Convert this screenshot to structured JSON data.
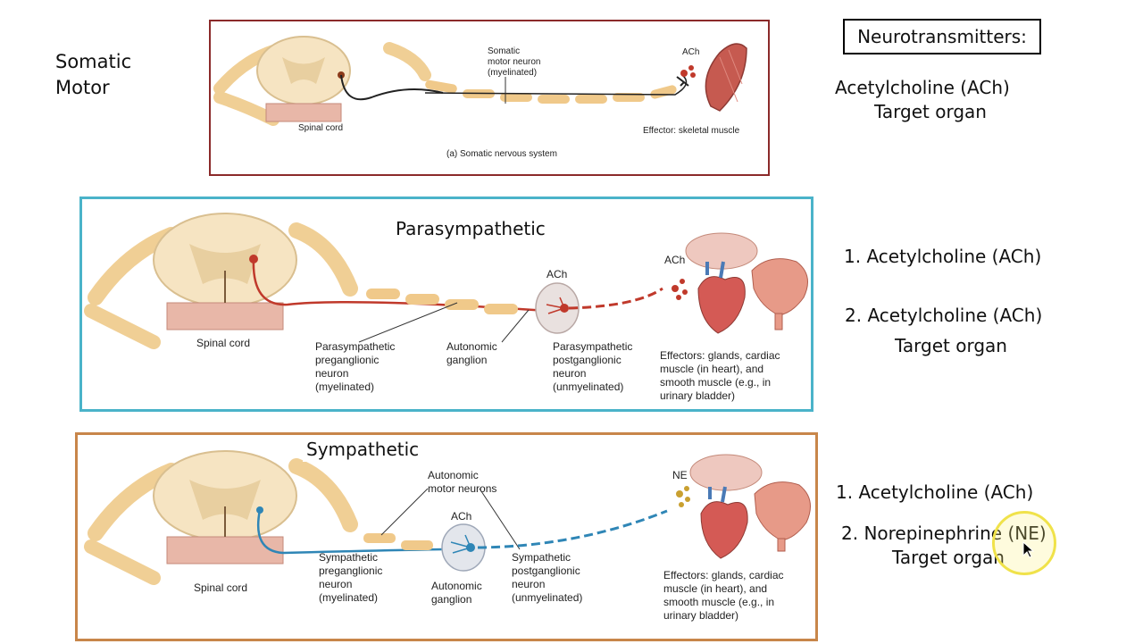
{
  "left_label": "Somatic\nMotor",
  "header_box": "Neurotransmitters:",
  "somatic": {
    "nt_line1": "Acetylcholine (ACh)",
    "nt_line2": "Target organ",
    "neuron_label": "Somatic\nmotor neuron\n(myelinated)",
    "ach": "ACh",
    "spinal_cord": "Spinal cord",
    "effector": "Effector: skeletal muscle",
    "caption": "(a) Somatic nervous system"
  },
  "parasympathetic": {
    "title": "Parasympathetic",
    "nt_1": "1. Acetylcholine (ACh)",
    "nt_2": "2. Acetylcholine (ACh)",
    "nt_target": "Target organ",
    "ach_ganglion": "ACh",
    "ach_effector": "ACh",
    "spinal_cord": "Spinal cord",
    "pre_label": "Parasympathetic\npreganglionic\nneuron\n(myelinated)",
    "ganglion_label": "Autonomic\nganglion",
    "post_label": "Parasympathetic\npostganglionic\nneuron\n(unmyelinated)",
    "effectors": "Effectors: glands, cardiac\nmuscle (in heart), and\nsmooth muscle (e.g., in\nurinary bladder)"
  },
  "sympathetic": {
    "title": "Sympathetic",
    "nt_1": "1. Acetylcholine (ACh)",
    "nt_2": "2. Norepinephrine (NE)",
    "nt_target": "Target organ",
    "motor_neurons": "Autonomic\nmotor neurons",
    "ach_ganglion": "ACh",
    "ne_effector": "NE",
    "spinal_cord": "Spinal cord",
    "pre_label": "Sympathetic\npreganglionic\nneuron\n(myelinated)",
    "ganglion_label": "Autonomic\nganglion",
    "post_label": "Sympathetic\npostganglionic\nneuron\n(unmyelinated)",
    "effectors": "Effectors: glands, cardiac\nmuscle (in heart), and\nsmooth muscle (e.g., in\nurinary bladder)"
  },
  "colors": {
    "somatic_border": "#8b2a2a",
    "para_border": "#4ab3c9",
    "symp_border": "#c8864a",
    "para_neuron": "#c0392b",
    "symp_neuron": "#2f86b6",
    "myelin": "#f0c98a"
  }
}
